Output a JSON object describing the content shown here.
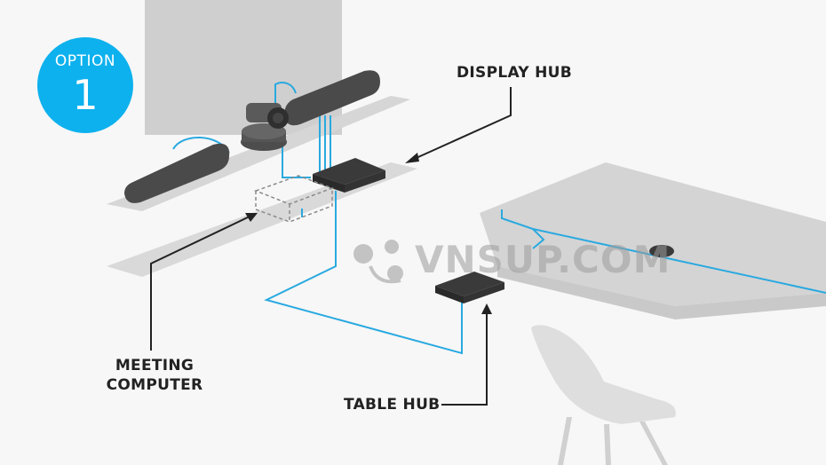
{
  "badge": {
    "word": "OPTION",
    "number": "1"
  },
  "labels": {
    "display_hub": "DISPLAY HUB",
    "meeting_computer": [
      "MEETING",
      "COMPUTER"
    ],
    "table_hub": "TABLE HUB"
  },
  "watermark": {
    "text": "VNSUP.COM"
  },
  "colors": {
    "badge": "#0db1ee",
    "cable": "#29a9e0",
    "device_dark": "#3a3a3a",
    "surface": "#dcdcdc",
    "label_text": "#222222"
  }
}
